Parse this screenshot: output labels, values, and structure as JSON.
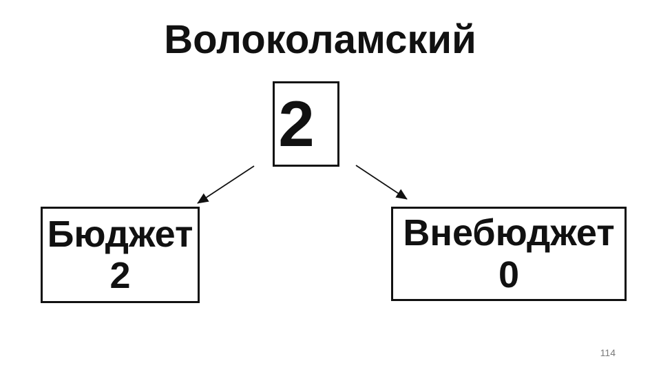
{
  "slide": {
    "title": "Волоколамский",
    "root": {
      "value": "2"
    },
    "branches": [
      {
        "label": "Бюджет",
        "value": "2"
      },
      {
        "label": "Внебюджет",
        "value": "0"
      }
    ],
    "page_number": "114"
  },
  "colors": {
    "background": "#ffffff",
    "text": "#111111",
    "box_border": "#111111",
    "arrow": "#111111",
    "page_number": "#7a7a7a"
  }
}
